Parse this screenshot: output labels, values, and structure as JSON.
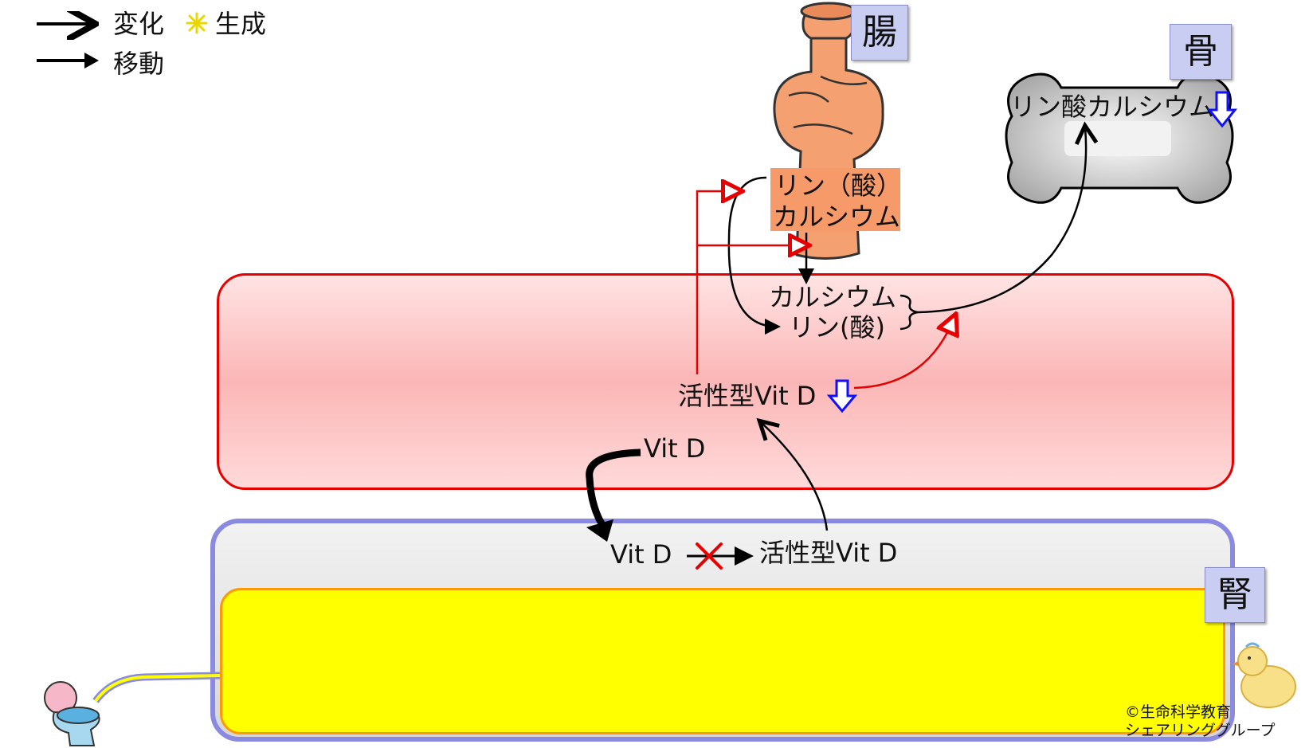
{
  "legend": {
    "change_label": "変化",
    "production_label": "生成",
    "transport_label": "移動"
  },
  "organs": {
    "intestine": "腸",
    "bone": "骨",
    "kidney": "腎"
  },
  "intestine_box": {
    "line1": "リン（酸）",
    "line2": "カルシウム"
  },
  "bone_text": "リン酸カルシウム",
  "blood": {
    "calcium": "カルシウム",
    "phosphate": "リン(酸)",
    "active_vitd": "活性型Vit D",
    "vitd": "Vit D"
  },
  "kidney": {
    "vitd": "Vit D",
    "active_vitd": "活性型Vit D"
  },
  "copyright": {
    "line1": "©生命科学教育",
    "line2": "シェアリンググループ"
  },
  "colors": {
    "blood_border": "#e60000",
    "kidney_border": "#8a8ae0",
    "urine": "#ffff00",
    "organ_tag": "#c9cdf2",
    "down_arrow": "#1010ff",
    "stimulate_arrow": "#e60000",
    "block_cross": "#e60000"
  },
  "icons": [
    "intestine-icon",
    "bone-icon",
    "toilet-icon",
    "chick-icon",
    "sparkle-icon",
    "down-arrow-icon",
    "cross-icon"
  ]
}
